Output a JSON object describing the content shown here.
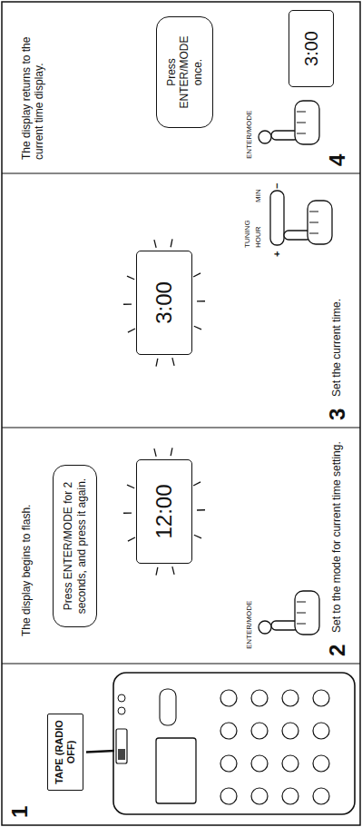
{
  "diagram": {
    "nodes": [
      {
        "text": [
          "TAPE (RADIO OFF)"
        ]
      },
      {
        "text": [
          "Press ENTER/MODE for 2 seconds, and press it again."
        ]
      },
      {
        "text": [
          "12:00"
        ]
      },
      {
        "text": [
          "3:00"
        ]
      },
      {
        "text": [
          "Press ENTER/MODE once."
        ]
      },
      {
        "text": [
          "3:00"
        ]
      }
    ],
    "labels": [
      "1",
      "2",
      "Set to the mode for current time setting.",
      "ENTER/MODE",
      "The display begins to flash.",
      "3",
      "Set the current time.",
      "TUNING",
      "HOUR",
      "+",
      "−",
      "MIN",
      "4",
      "ENTER/MODE",
      "The display returns to the current time display."
    ]
  }
}
